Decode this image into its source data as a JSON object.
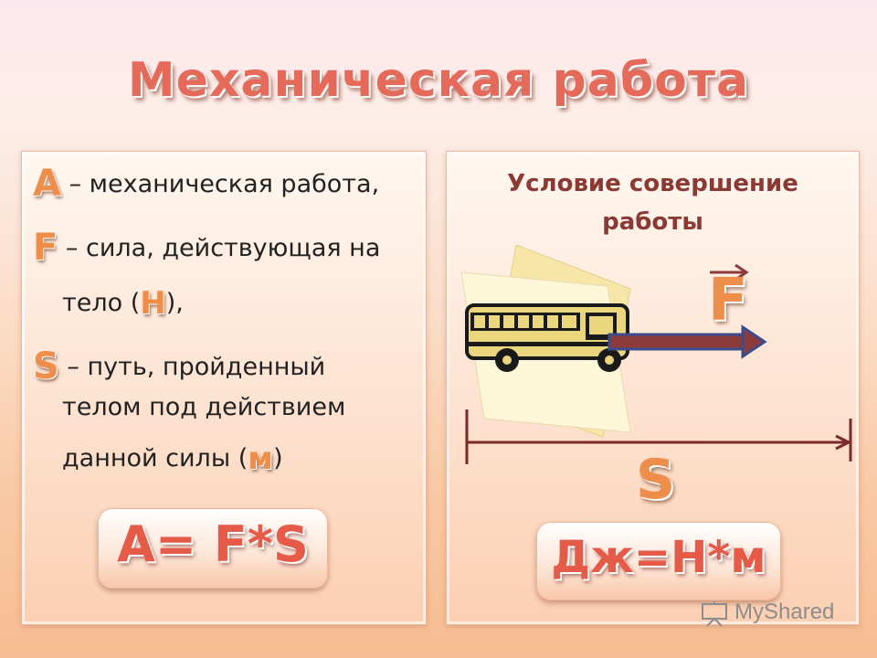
{
  "title": "Механическая работа",
  "definitions": [
    {
      "letter": "A",
      "text": "– механическая работа,"
    },
    {
      "letter": "F",
      "text": "– сила, действующая на"
    },
    {
      "text_before": "тело (",
      "unit": "Н",
      "text_after": "),"
    },
    {
      "letter": "S",
      "text": "– путь, пройденный"
    },
    {
      "text": "телом под действием"
    },
    {
      "text_before": "данной силы (",
      "unit": "м",
      "text_after": ")"
    }
  ],
  "formula": "А= F*S",
  "condition": {
    "line1": "Условие совершение",
    "line2": "работы"
  },
  "force_label": "F",
  "distance_label": "S",
  "units_formula": "Дж=Н*м",
  "watermark": "MyShared"
}
